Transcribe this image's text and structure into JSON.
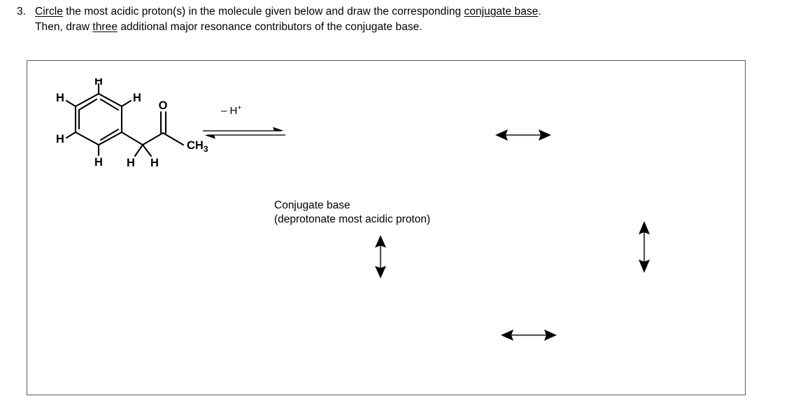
{
  "question": {
    "number": "3.",
    "line1_pre": "",
    "line1_underline1": "Circle",
    "line1_mid": " the most acidic proton(s) in the molecule given below and draw the corresponding ",
    "line1_underline2": "conjugate base",
    "line1_post": ".",
    "line2_pre": "Then, draw ",
    "line2_underline": "three",
    "line2_post": " additional major resonance contributors of the conjugate base."
  },
  "molecule": {
    "name": "phenylacetone",
    "ring_hydrogens": [
      "H",
      "H",
      "H",
      "H",
      "H"
    ],
    "methylene_hydrogens": [
      "H",
      "H"
    ],
    "carbonyl_oxygen": "O",
    "methyl_label": "CH",
    "methyl_subscript": "3"
  },
  "reaction": {
    "condition_label": "– H",
    "condition_superscript": "+",
    "arrow_type": "equilibrium-double-harpoon"
  },
  "caption": {
    "line1": "Conjugate base",
    "line2": "(deprotonate most acidic proton)"
  },
  "resonance_arrows": [
    {
      "name": "resonance-arrow-top-right",
      "orientation": "horizontal"
    },
    {
      "name": "resonance-arrow-center-vert",
      "orientation": "vertical"
    },
    {
      "name": "resonance-arrow-right-vert",
      "orientation": "vertical"
    },
    {
      "name": "resonance-arrow-bottom",
      "orientation": "horizontal"
    }
  ],
  "colors": {
    "ink": "#000000",
    "box_border": "#5a5a5a",
    "background": "#ffffff",
    "arrow_shaft": "#555555"
  }
}
